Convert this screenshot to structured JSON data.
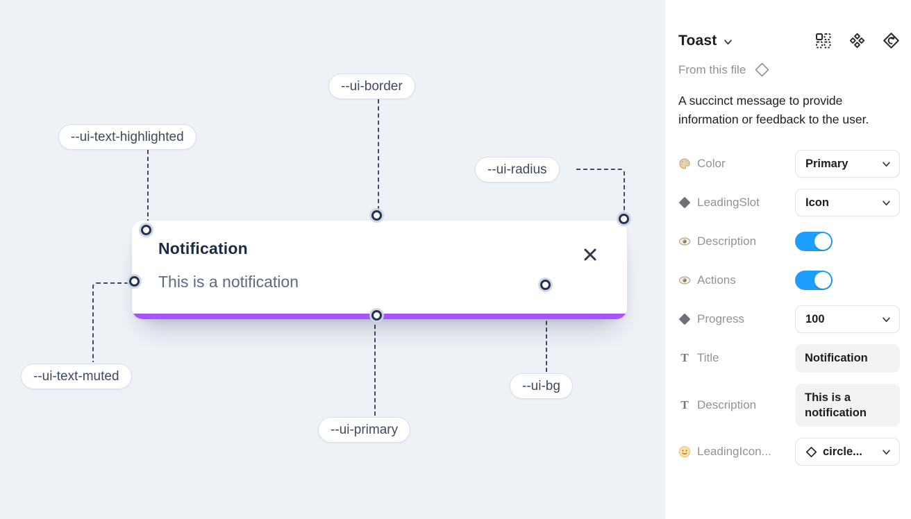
{
  "canvas": {
    "toast": {
      "title": "Notification",
      "description": "This is a notification"
    },
    "annotations": [
      {
        "id": "ui-border",
        "label": "--ui-border"
      },
      {
        "id": "ui-text-highlighted",
        "label": "--ui-text-highlighted"
      },
      {
        "id": "ui-radius",
        "label": "--ui-radius"
      },
      {
        "id": "ui-text-muted",
        "label": "--ui-text-muted"
      },
      {
        "id": "ui-primary",
        "label": "--ui-primary"
      },
      {
        "id": "ui-bg",
        "label": "--ui-bg"
      }
    ],
    "colors": {
      "canvas_bg": "#eef1f6",
      "toast_bg": "#ffffff",
      "primary_bar": "#a855f7",
      "title_text": "#1c2b45",
      "muted_text": "#5c6b85",
      "connector_line": "#3d4a5f"
    }
  },
  "panel": {
    "header": {
      "title": "Toast",
      "icons": [
        "instance-swap-icon",
        "component-set-icon",
        "go-to-main-component-icon"
      ]
    },
    "source": {
      "label": "From this file"
    },
    "description": "A succinct message to provide information or feedback to the user.",
    "rows": [
      {
        "icon": "palette-icon",
        "label": "Color",
        "control": {
          "type": "select",
          "value": "Primary"
        }
      },
      {
        "icon": "diamond-icon",
        "label": "LeadingSlot",
        "control": {
          "type": "select",
          "value": "Icon"
        }
      },
      {
        "icon": "eye-icon",
        "label": "Description",
        "control": {
          "type": "toggle",
          "value": true
        }
      },
      {
        "icon": "eye-icon",
        "label": "Actions",
        "control": {
          "type": "toggle",
          "value": true
        }
      },
      {
        "icon": "diamond-icon",
        "label": "Progress",
        "control": {
          "type": "select",
          "value": "100"
        }
      },
      {
        "icon": "text-icon",
        "label": "Title",
        "control": {
          "type": "text",
          "value": "Notification"
        }
      },
      {
        "icon": "text-icon",
        "label": "Description",
        "control": {
          "type": "text",
          "value": "This is a notification"
        }
      },
      {
        "icon": "smiley-icon",
        "label": "LeadingIcon...",
        "control": {
          "type": "select-icon",
          "value": "circle..."
        }
      }
    ],
    "colors": {
      "toggle_on": "#1e9fff"
    }
  }
}
